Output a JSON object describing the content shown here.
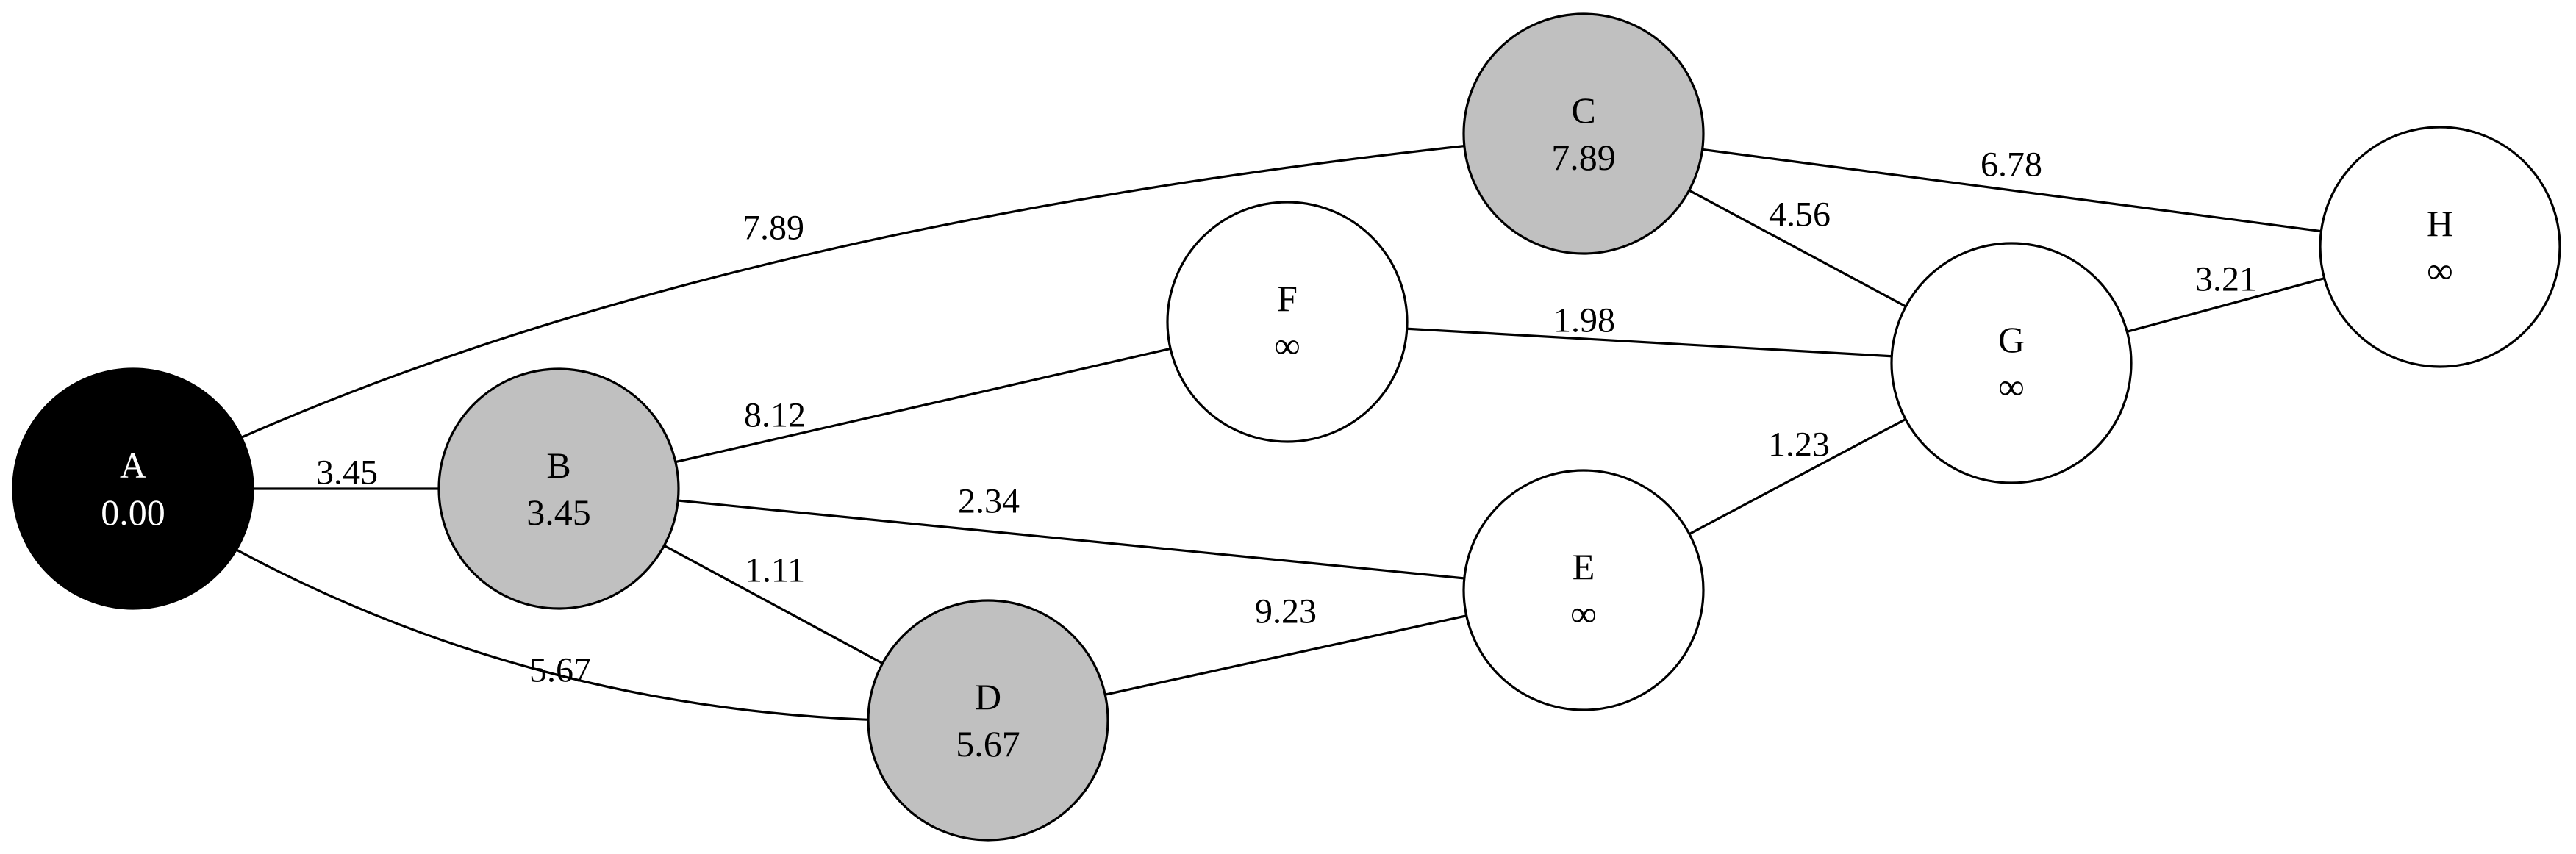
{
  "colors": {
    "source": "#000000",
    "visited": "#c0c0c0",
    "unvisited": "#ffffff",
    "edge": "#000000",
    "text_dark": "#000000",
    "text_light": "#ffffff"
  },
  "nodes": [
    {
      "id": "A",
      "name": "A",
      "distance": "0.00",
      "state": "source"
    },
    {
      "id": "B",
      "name": "B",
      "distance": "3.45",
      "state": "visited"
    },
    {
      "id": "C",
      "name": "C",
      "distance": "7.89",
      "state": "visited"
    },
    {
      "id": "D",
      "name": "D",
      "distance": "5.67",
      "state": "visited"
    },
    {
      "id": "E",
      "name": "E",
      "distance": "∞",
      "state": "unvisited"
    },
    {
      "id": "F",
      "name": "F",
      "distance": "∞",
      "state": "unvisited"
    },
    {
      "id": "G",
      "name": "G",
      "distance": "∞",
      "state": "unvisited"
    },
    {
      "id": "H",
      "name": "H",
      "distance": "∞",
      "state": "unvisited"
    }
  ],
  "edges": [
    {
      "from": "A",
      "to": "B",
      "weight": "3.45"
    },
    {
      "from": "A",
      "to": "C",
      "weight": "7.89"
    },
    {
      "from": "A",
      "to": "D",
      "weight": "5.67"
    },
    {
      "from": "B",
      "to": "F",
      "weight": "8.12"
    },
    {
      "from": "B",
      "to": "E",
      "weight": "2.34"
    },
    {
      "from": "B",
      "to": "D",
      "weight": "1.11"
    },
    {
      "from": "C",
      "to": "H",
      "weight": "6.78"
    },
    {
      "from": "C",
      "to": "G",
      "weight": "4.56"
    },
    {
      "from": "F",
      "to": "G",
      "weight": "1.98"
    },
    {
      "from": "D",
      "to": "E",
      "weight": "9.23"
    },
    {
      "from": "E",
      "to": "G",
      "weight": "1.23"
    },
    {
      "from": "G",
      "to": "H",
      "weight": "3.21"
    }
  ]
}
